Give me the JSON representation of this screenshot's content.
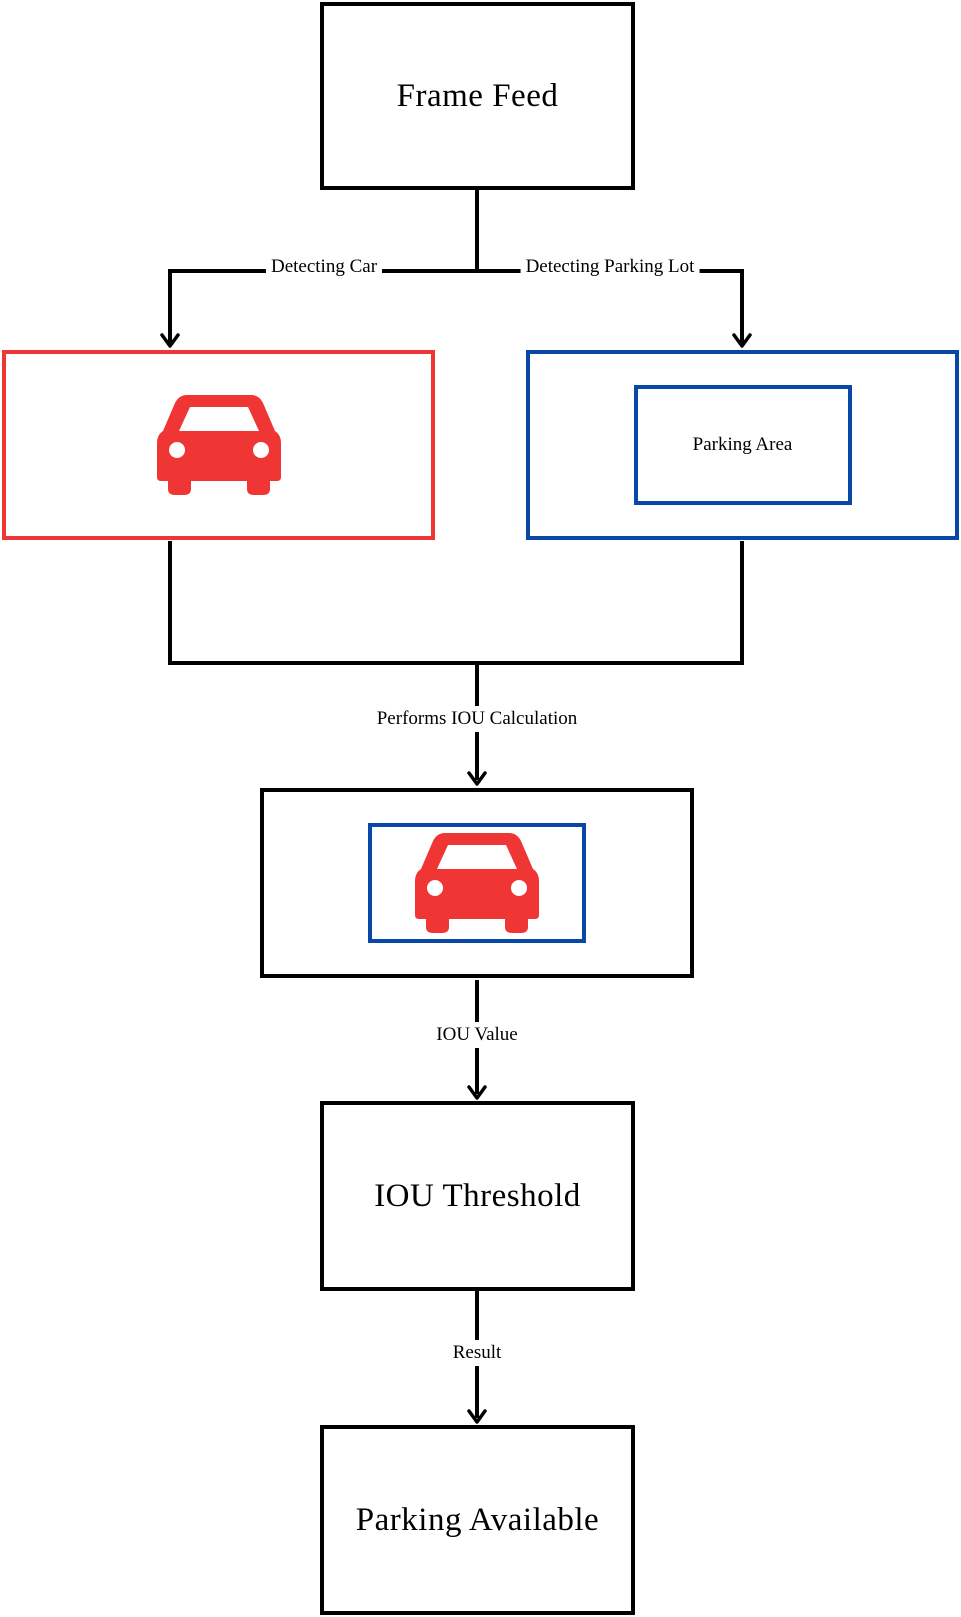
{
  "nodes": {
    "frame_feed": "Frame Feed",
    "parking_area": "Parking Area",
    "iou_threshold": "IOU Threshold",
    "parking_available": "Parking Available"
  },
  "edges": {
    "detecting_car": "Detecting Car",
    "detecting_parking_lot": "Detecting Parking Lot",
    "performs_iou": "Performs IOU Calculation",
    "iou_value": "IOU Value",
    "result": "Result"
  },
  "icons": {
    "car": "car-icon"
  },
  "colors": {
    "car_detection": "#f03535",
    "parking_detection": "#0747a6",
    "line": "#000000"
  }
}
